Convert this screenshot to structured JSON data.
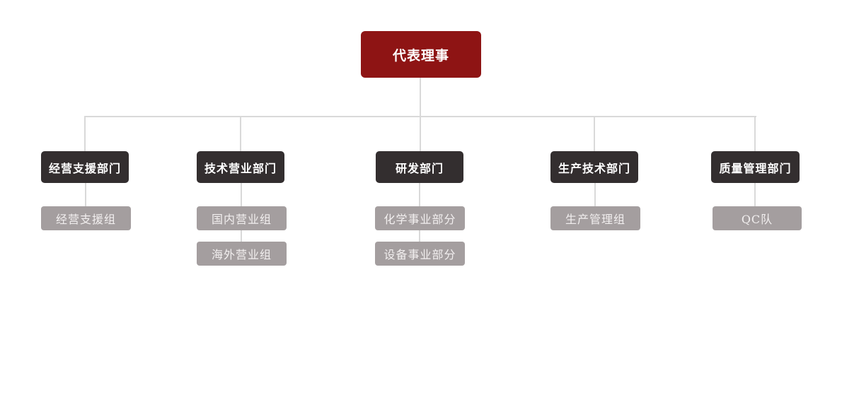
{
  "colors": {
    "page_bg": "#ffffff",
    "root_bg": "#8e1414",
    "root_text": "#ffffff",
    "dept_bg": "#332e2f",
    "dept_text": "#ffffff",
    "team_bg": "#a49e9f",
    "team_text": "#f2efef",
    "connector": "#d9d9d9"
  },
  "chart_data": {
    "type": "org-chart",
    "root": {
      "label": "代表理事"
    },
    "branches": [
      {
        "label": "经营支援部门",
        "children": [
          "经营支援组"
        ]
      },
      {
        "label": "技术营业部门",
        "children": [
          "国内营业组",
          "海外营业组"
        ]
      },
      {
        "label": "研发部门",
        "children": [
          "化学事业部分",
          "设备事业部分"
        ]
      },
      {
        "label": "生产技术部门",
        "children": [
          "生产管理组"
        ]
      },
      {
        "label": "质量管理部门",
        "children": [
          "QC队"
        ]
      }
    ]
  }
}
